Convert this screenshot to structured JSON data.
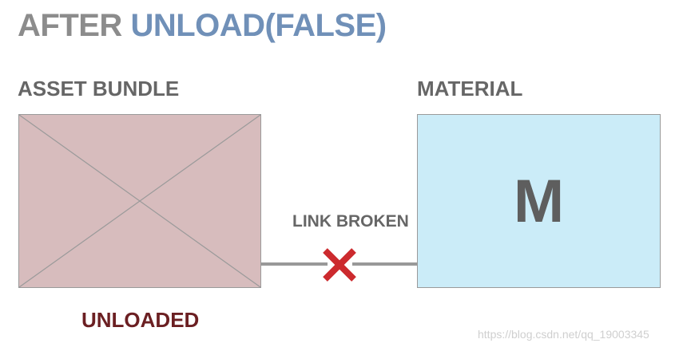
{
  "title": {
    "prefix": "AFTER ",
    "highlight": "UNLOAD(FALSE)"
  },
  "asset_bundle": {
    "label": "ASSET BUNDLE",
    "status": "UNLOADED",
    "color": "#d7bcbd"
  },
  "material": {
    "label": "MATERIAL",
    "letter": "M",
    "color": "#cbecf8"
  },
  "link": {
    "label": "LINK BROKEN",
    "icon": "broken-link-x-icon",
    "x_color": "#cc2a2e"
  },
  "watermark": "https://blog.csdn.net/qq_19003345"
}
